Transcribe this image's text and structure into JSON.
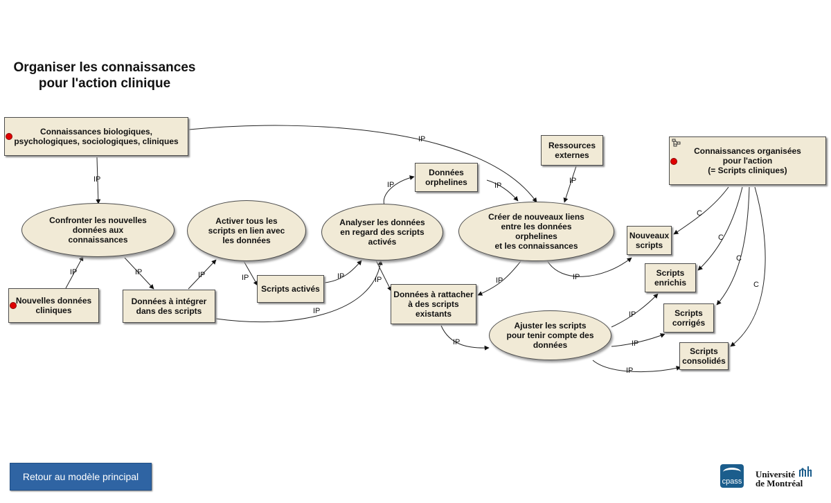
{
  "title": {
    "line1": "Organiser les connaissances",
    "line2": "pour l'action clinique"
  },
  "nodes": {
    "knowledge": [
      "Connaissances biologiques,",
      "psychologiques, sociologiques, cliniques"
    ],
    "confront": [
      "Confronter les nouvelles",
      "données aux",
      "connaissances"
    ],
    "activate": [
      "Activer tous les",
      "scripts en lien avec",
      "les données"
    ],
    "analyze": [
      "Analyser les données",
      "en regard des scripts",
      "activés"
    ],
    "orphans": [
      "Données",
      "orphelines"
    ],
    "create_links": [
      "Créer de nouveaux liens",
      "entre les données",
      "orphelines",
      "et les connaissances"
    ],
    "resources": [
      "Ressources",
      "externes"
    ],
    "organized": [
      "Connaissances organisées",
      "pour l'action",
      "(= Scripts cliniques)"
    ],
    "new_data": [
      "Nouvelles données",
      "cliniques"
    ],
    "integrate": [
      "Données à intégrer",
      "dans des scripts"
    ],
    "activated_scripts": [
      "Scripts activés"
    ],
    "attach": [
      "Données à rattacher",
      "à des scripts",
      "existants"
    ],
    "adjust": [
      "Ajuster les scripts",
      "pour tenir compte des",
      "données"
    ],
    "new_scripts": [
      "Nouveaux",
      "scripts"
    ],
    "enriched": [
      "Scripts",
      "enrichis"
    ],
    "corrected": [
      "Scripts",
      "corrigés"
    ],
    "consolidated": [
      "Scripts",
      "consolidés"
    ]
  },
  "edge_labels": {
    "ip": "IP",
    "c": "C"
  },
  "colors": {
    "node_fill": "#f1ead6",
    "marker_red": "#e00000",
    "button_blue": "#2f64a3"
  },
  "icons": {
    "map": "map-structure-icon",
    "marker": "red-dot-icon"
  },
  "footer": {
    "back_button": "Retour au modèle principal",
    "cpass": "cpass",
    "udem_line1": "Université",
    "udem_line2": "de Montréal"
  }
}
